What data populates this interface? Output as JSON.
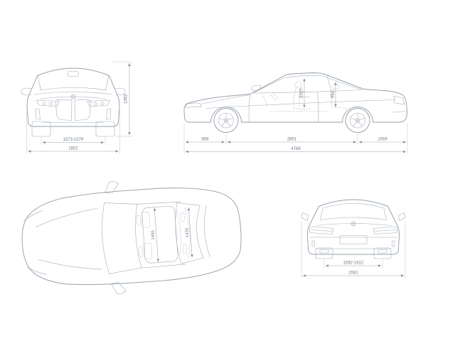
{
  "diagram": {
    "type": "vehicle-dimension-drawing",
    "vehicle": "four-door-coupe",
    "line_color": "#96a0ab",
    "text_color": "#6f7883",
    "views": {
      "front": {
        "label": "front-view",
        "dims": {
          "overall_height": "1383",
          "front_track": "1573-1579",
          "overall_width": "1852"
        }
      },
      "side": {
        "label": "side-view",
        "dims": {
          "front_overhang": "858",
          "wheelbase": "2851",
          "rear_overhang": "1059",
          "overall_length": "4768",
          "front_headroom": "1027",
          "rear_headroom": "952"
        }
      },
      "top": {
        "label": "top-view",
        "dims": {
          "front_interior_width": "1455",
          "rear_interior_width": "1433"
        }
      },
      "rear": {
        "label": "rear-view",
        "dims": {
          "rear_track": "1592-1612",
          "overall_width_mirrors": "2081"
        }
      }
    }
  }
}
